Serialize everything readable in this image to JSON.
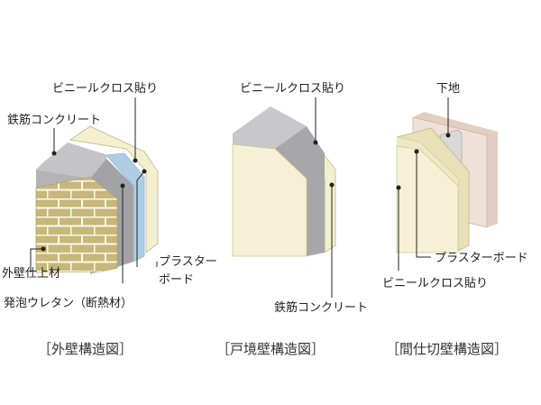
{
  "diagrams": [
    {
      "caption": "［外壁構造図］",
      "labels": {
        "cloth": "ビニールクロス貼り",
        "concrete": "鉄筋コンクリート",
        "plaster_1": "プラスター",
        "plaster_2": "ボード",
        "finish": "外壁仕上材",
        "insulation": "発泡ウレタン（断熱材）"
      }
    },
    {
      "caption": "［戸境壁構造図］",
      "labels": {
        "cloth": "ビニールクロス貼り",
        "concrete": "鉄筋コンクリート"
      }
    },
    {
      "caption": "［間仕切壁構造図］",
      "labels": {
        "base": "下地",
        "plaster": "プラスターボード",
        "cloth": "ビニールクロス貼り"
      }
    }
  ],
  "colors": {
    "concrete_side": "#9e9ea0",
    "concrete_top": "#c4c4c6",
    "concrete_front": "#b4b4b6",
    "board": "#f3efcf",
    "board_edge": "#e4dcaa",
    "brick": "#c7b77a",
    "brick_line": "#fbf8ea",
    "insulation": "#aecde4",
    "wood": "#efe1d7",
    "wood_edge": "#c9b3a2"
  }
}
